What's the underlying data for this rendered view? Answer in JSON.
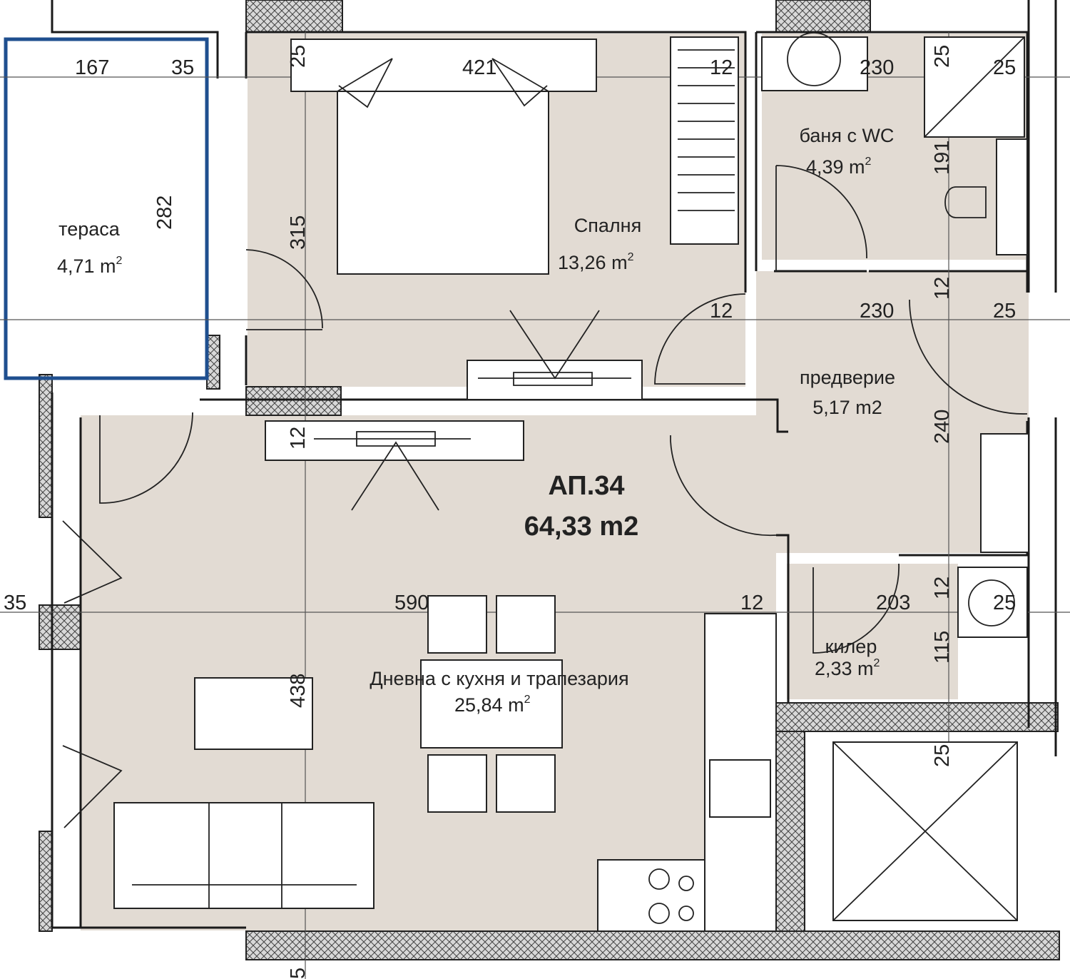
{
  "apartment": {
    "label": "АП.34",
    "area": "64,33 m2"
  },
  "rooms": {
    "terrace": {
      "name": "тераса",
      "area": "4,71 m",
      "sup": "2"
    },
    "bedroom": {
      "name": "Спалня",
      "area": "13,26 m",
      "sup": "2"
    },
    "bathroom": {
      "name": "баня с WC",
      "area": "4,39 m",
      "sup": "2"
    },
    "hallway": {
      "name": "предверие",
      "area": "5,17 m2"
    },
    "pantry": {
      "name": "килер",
      "area": "2,33 m",
      "sup": "2"
    },
    "living": {
      "name": "Дневна с кухня и трапезария",
      "area": "25,84 m",
      "sup": "2"
    }
  },
  "dimensions": {
    "terrace_width": "167",
    "terrace_wall": "35",
    "terrace_depth": "282",
    "bedroom_wall_top": "25",
    "bedroom_width": "421",
    "bedroom_wardrobe": "12",
    "bedroom_depth": "315",
    "bath_width": "230",
    "bath_wall_right": "25",
    "bath_wall_top": "25",
    "bath_depth": "191",
    "hall_partition": "12",
    "hall_wall_left": "12",
    "hall_width": "230",
    "hall_wall_right": "25",
    "hall_depth": "240",
    "living_partition_top": "12",
    "living_width": "590",
    "living_partition_right": "12",
    "living_depth": "438",
    "facade_wall_left": "35",
    "pantry_width": "203",
    "pantry_partition": "12",
    "pantry_wall_right": "25",
    "pantry_depth": "115",
    "shaft_wall": "25",
    "bottom_wall": "5"
  }
}
